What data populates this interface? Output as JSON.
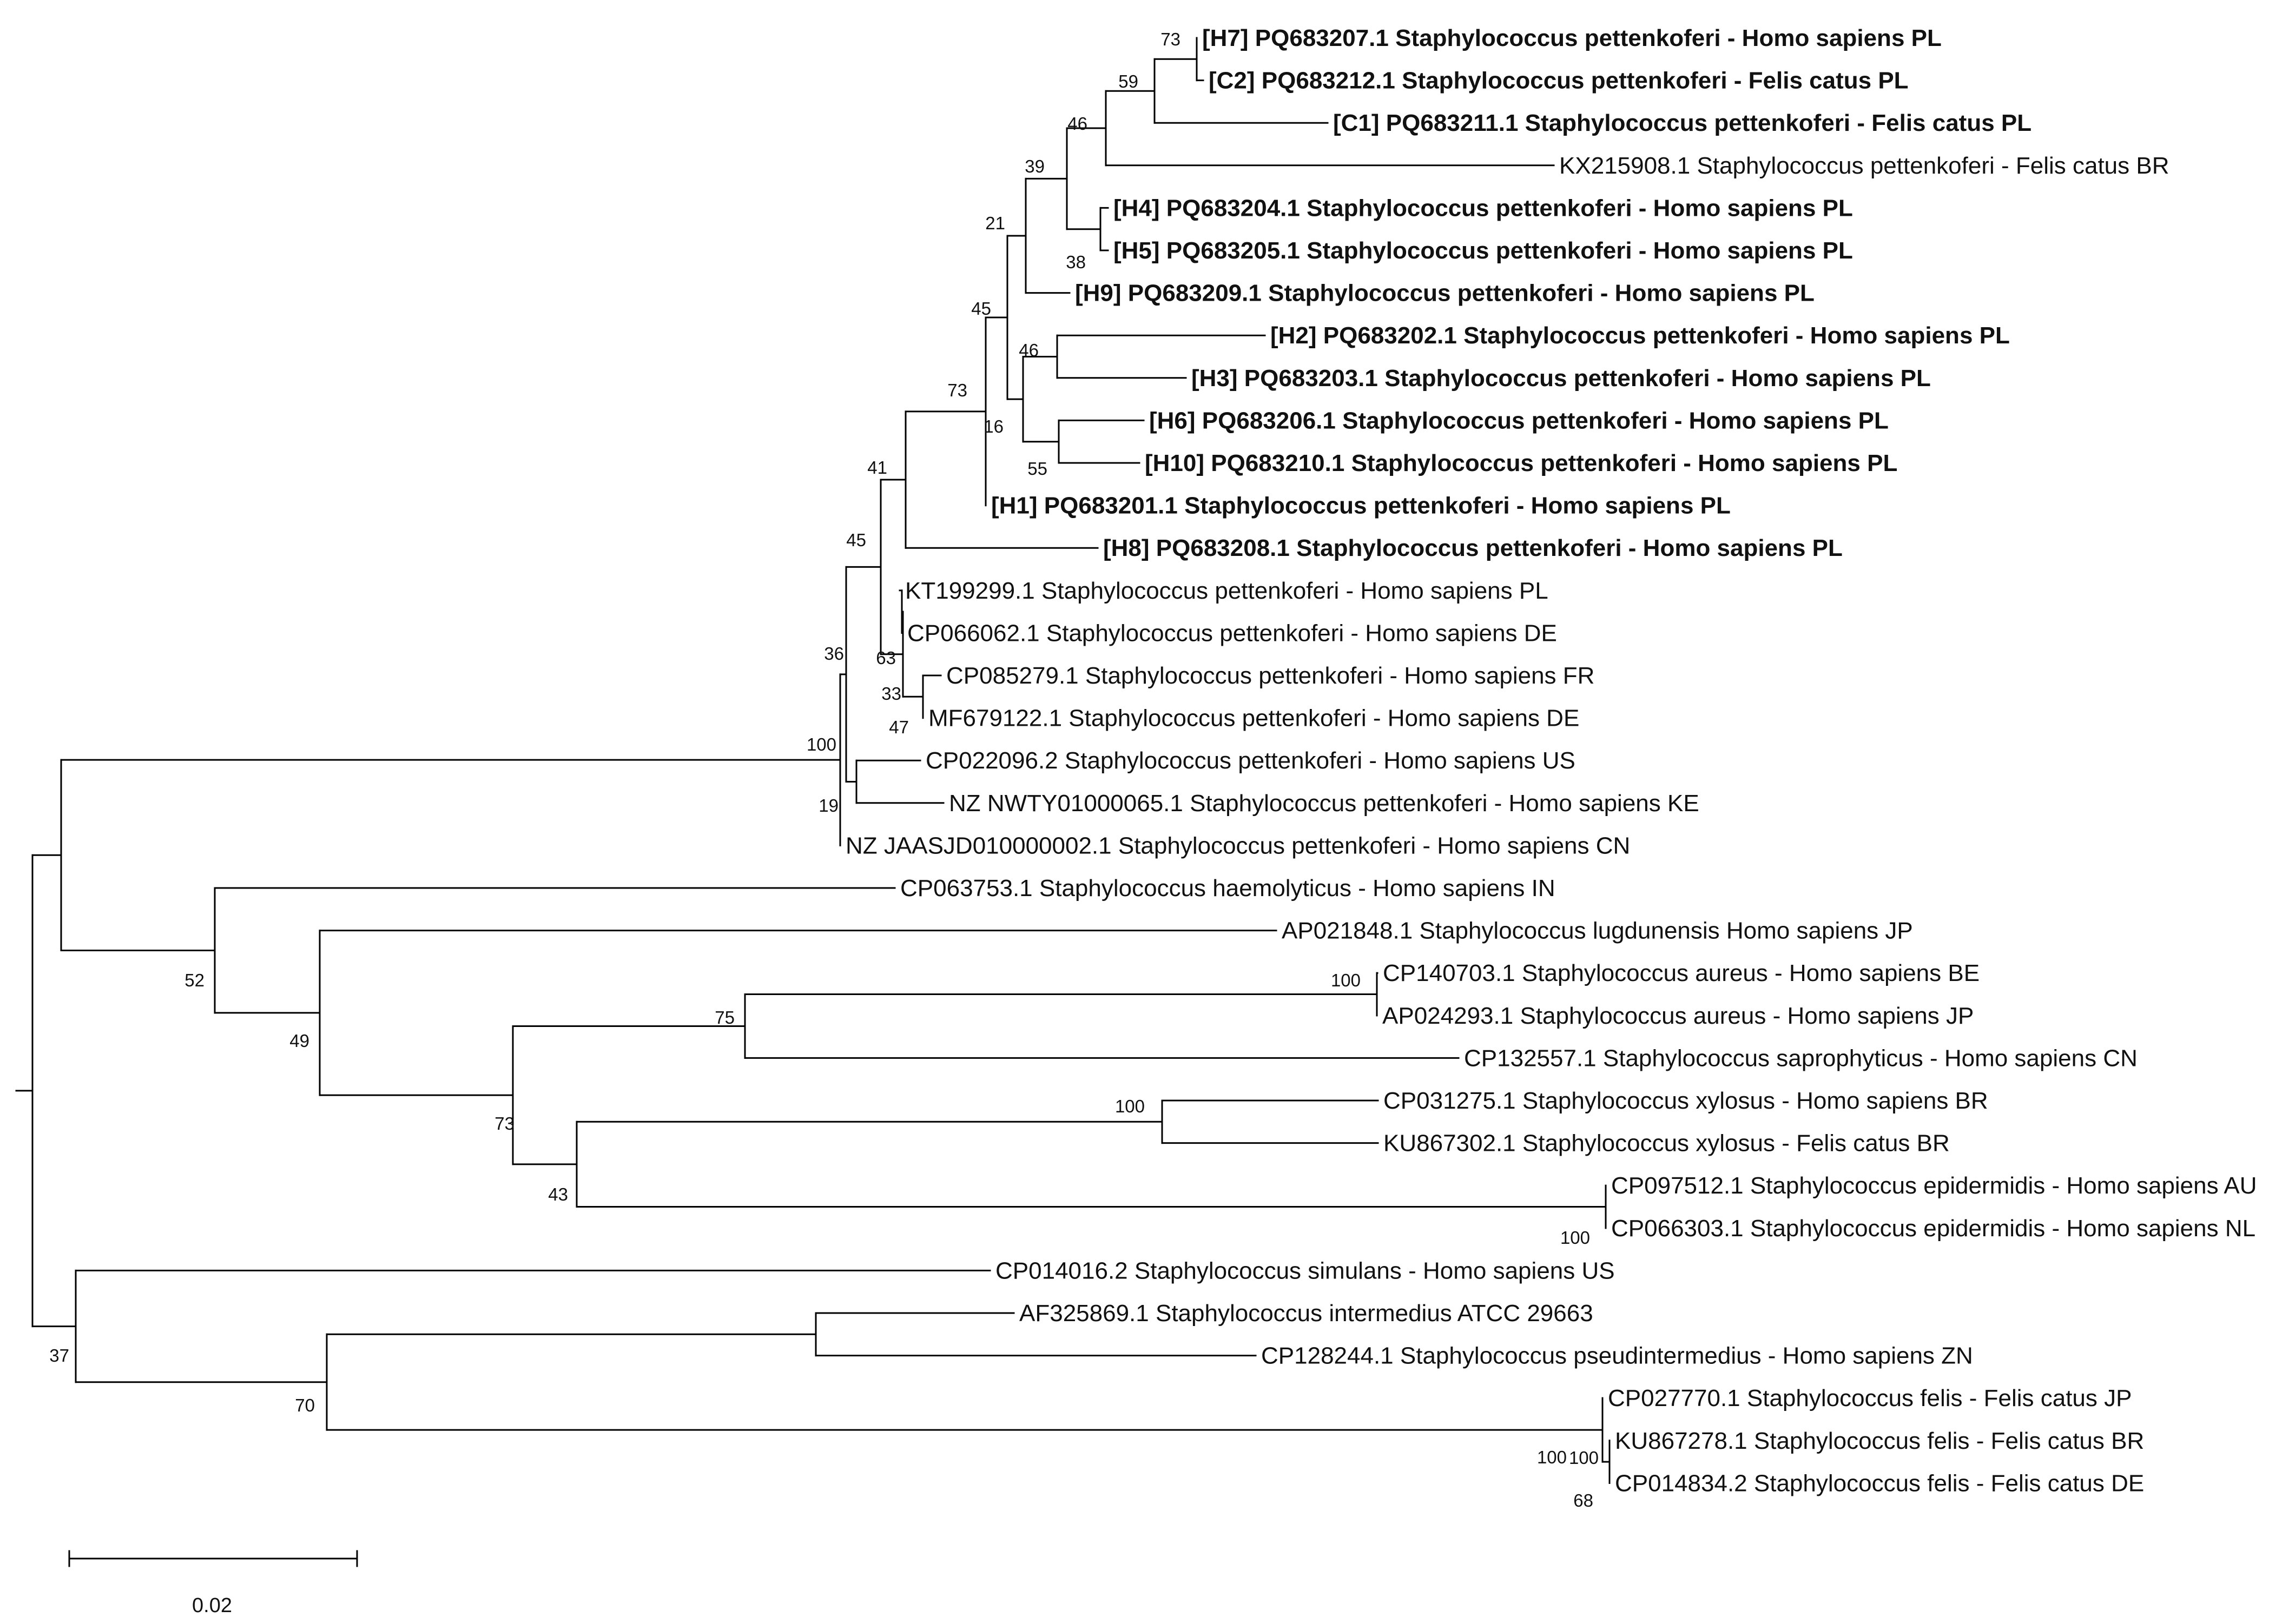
{
  "tree": {
    "scale_bar_label": "0.02",
    "line_color": "#000000",
    "text_color": "#111111",
    "leaves": [
      {
        "label": "[H7] PQ683207.1 Staphylococcus pettenkoferi - Homo sapiens PL",
        "bold": true
      },
      {
        "label": "[C2] PQ683212.1 Staphylococcus pettenkoferi - Felis catus PL",
        "bold": true
      },
      {
        "label": "[C1] PQ683211.1 Staphylococcus pettenkoferi - Felis catus PL",
        "bold": true
      },
      {
        "label": "KX215908.1 Staphylococcus pettenkoferi - Felis catus BR",
        "bold": false
      },
      {
        "label": "[H4] PQ683204.1 Staphylococcus pettenkoferi - Homo sapiens PL",
        "bold": true
      },
      {
        "label": "[H5] PQ683205.1 Staphylococcus pettenkoferi - Homo sapiens PL",
        "bold": true
      },
      {
        "label": "[H9] PQ683209.1 Staphylococcus pettenkoferi - Homo sapiens PL",
        "bold": true
      },
      {
        "label": "[H2] PQ683202.1 Staphylococcus pettenkoferi - Homo sapiens PL",
        "bold": true
      },
      {
        "label": "[H3] PQ683203.1 Staphylococcus pettenkoferi - Homo sapiens PL",
        "bold": true
      },
      {
        "label": "[H6] PQ683206.1 Staphylococcus pettenkoferi - Homo sapiens PL",
        "bold": true
      },
      {
        "label": "[H10] PQ683210.1 Staphylococcus pettenkoferi - Homo sapiens PL",
        "bold": true
      },
      {
        "label": "[H1] PQ683201.1 Staphylococcus pettenkoferi - Homo sapiens PL",
        "bold": true
      },
      {
        "label": "[H8] PQ683208.1 Staphylococcus pettenkoferi - Homo sapiens PL",
        "bold": true
      },
      {
        "label": "KT199299.1 Staphylococcus pettenkoferi - Homo sapiens PL",
        "bold": false
      },
      {
        "label": "CP066062.1 Staphylococcus pettenkoferi - Homo sapiens DE",
        "bold": false
      },
      {
        "label": "CP085279.1 Staphylococcus pettenkoferi - Homo sapiens FR",
        "bold": false
      },
      {
        "label": "MF679122.1 Staphylococcus pettenkoferi - Homo sapiens DE",
        "bold": false
      },
      {
        "label": "CP022096.2 Staphylococcus pettenkoferi - Homo sapiens US",
        "bold": false
      },
      {
        "label": "NZ NWTY01000065.1 Staphylococcus pettenkoferi - Homo sapiens KE",
        "bold": false
      },
      {
        "label": "NZ JAASJD010000002.1 Staphylococcus pettenkoferi - Homo sapiens CN",
        "bold": false
      },
      {
        "label": "CP063753.1 Staphylococcus haemolyticus - Homo sapiens IN",
        "bold": false
      },
      {
        "label": "AP021848.1 Staphylococcus lugdunensis Homo sapiens JP",
        "bold": false
      },
      {
        "label": "CP140703.1 Staphylococcus aureus - Homo sapiens BE",
        "bold": false
      },
      {
        "label": "AP024293.1 Staphylococcus aureus - Homo sapiens JP",
        "bold": false
      },
      {
        "label": "CP132557.1 Staphylococcus saprophyticus - Homo sapiens CN",
        "bold": false
      },
      {
        "label": "CP031275.1 Staphylococcus xylosus - Homo sapiens BR",
        "bold": false
      },
      {
        "label": "KU867302.1 Staphylococcus xylosus - Felis catus BR",
        "bold": false
      },
      {
        "label": "CP097512.1 Staphylococcus epidermidis - Homo sapiens AU",
        "bold": false
      },
      {
        "label": "CP066303.1 Staphylococcus epidermidis - Homo sapiens NL",
        "bold": false
      },
      {
        "label": "CP014016.2 Staphylococcus simulans - Homo sapiens US",
        "bold": false
      },
      {
        "label": "AF325869.1 Staphylococcus intermedius ATCC 29663",
        "bold": false
      },
      {
        "label": "CP128244.1 Staphylococcus pseudintermedius - Homo sapiens ZN",
        "bold": false
      },
      {
        "label": "CP027770.1 Staphylococcus felis - Felis catus JP",
        "bold": false
      },
      {
        "label": "KU867278.1 Staphylococcus felis - Felis catus BR",
        "bold": false
      },
      {
        "label": "CP014834.2 Staphylococcus felis - Felis catus DE",
        "bold": false
      }
    ],
    "bootstrap_values": [
      "73",
      "59",
      "46",
      "39",
      "21",
      "38",
      "45",
      "46",
      "73",
      "16",
      "55",
      "41",
      "45",
      "63",
      "33",
      "47",
      "36",
      "100",
      "19",
      "52",
      "49",
      "100",
      "75",
      "73",
      "100",
      "43",
      "100",
      "100",
      "37",
      "70",
      "100",
      "68"
    ]
  }
}
